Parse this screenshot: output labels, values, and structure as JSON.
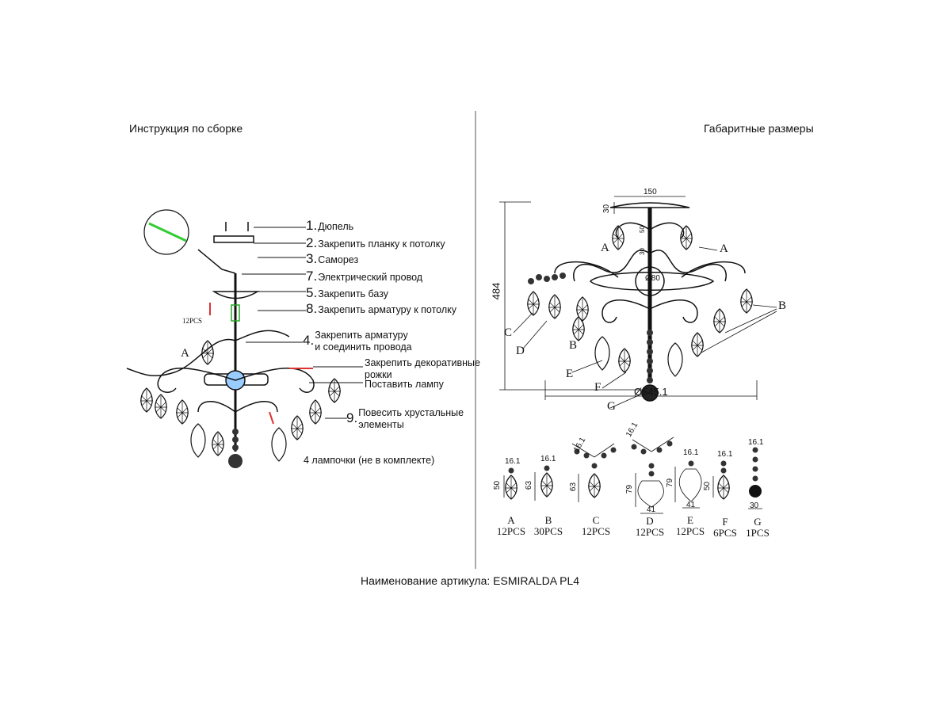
{
  "left_title": "Инструкция по сборке",
  "right_title": "Габаритные размеры",
  "footer": "Наименование артикула: ESMIRALDA PL4",
  "steps": [
    {
      "num": "1.",
      "text": "Дюпель"
    },
    {
      "num": "2.",
      "text": "Закрепить планку к потолку"
    },
    {
      "num": "3.",
      "text": "Саморез"
    },
    {
      "num": "7.",
      "text": "Электрический провод"
    },
    {
      "num": "5.",
      "text": "Закрепить базу"
    },
    {
      "num": "8.",
      "text": "Закрепить арматуру к потолку"
    },
    {
      "num": "4.",
      "text": "Закрепить арматуру",
      "text2": "и соединить провода"
    },
    {
      "num": "",
      "text": "Закрепить декоративные",
      "text2": "рожки"
    },
    {
      "num": "",
      "text": "Поставить лампу"
    },
    {
      "num": "9.",
      "text": "Повесить хрустальные",
      "text2": "элементы"
    },
    {
      "num": "",
      "text": "4 лампочки (не в комплекте)"
    }
  ],
  "left_callouts": {
    "pcs": "12PCS",
    "a": "A"
  },
  "dimensions": {
    "top_width": "150",
    "top_height": "30",
    "height": "484",
    "center": "Ø80",
    "seg1": "50",
    "seg2": "30",
    "diameter": "Ø545.1"
  },
  "callouts": [
    "A",
    "A",
    "B",
    "B",
    "C",
    "D",
    "E",
    "F",
    "G"
  ],
  "parts": [
    {
      "letter": "A",
      "qty": "12PCS",
      "dims": [
        "16.1",
        "50"
      ]
    },
    {
      "letter": "B",
      "qty": "30PCS",
      "dims": [
        "16.1",
        "63"
      ]
    },
    {
      "letter": "C",
      "qty": "12PCS",
      "dims": [
        "16.1",
        "63"
      ]
    },
    {
      "letter": "D",
      "qty": "12PCS",
      "dims": [
        "16.1",
        "79",
        "41"
      ]
    },
    {
      "letter": "E",
      "qty": "12PCS",
      "dims": [
        "16.1",
        "79",
        "41"
      ]
    },
    {
      "letter": "F",
      "qty": "6PCS",
      "dims": [
        "16.1",
        "50"
      ]
    },
    {
      "letter": "G",
      "qty": "1PCS",
      "dims": [
        "16.1",
        "30"
      ]
    }
  ]
}
